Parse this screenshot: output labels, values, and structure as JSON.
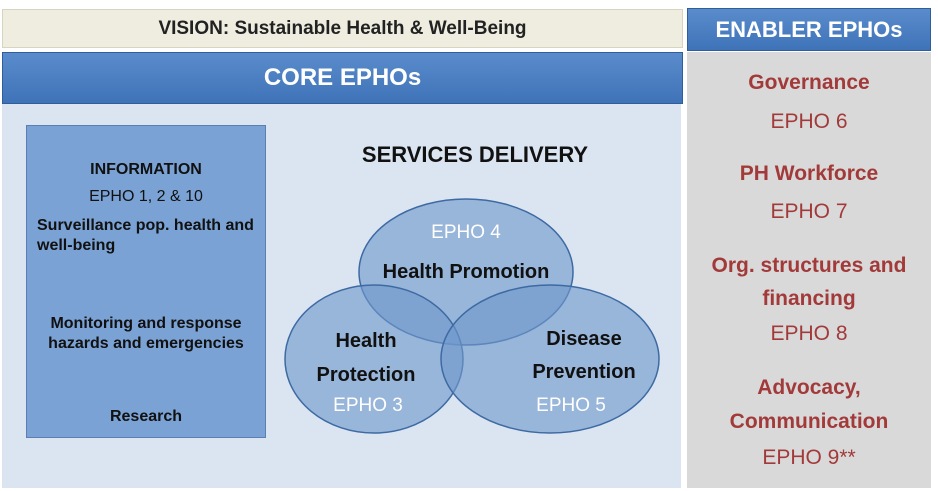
{
  "vision": "VISION:  Sustainable Health & Well-Being",
  "core_title": "CORE EPHOs",
  "enabler_title": "ENABLER EPHOs",
  "information": {
    "title": "INFORMATION",
    "sub": "EPHO 1, 2 & 10",
    "items": [
      "Surveillance pop. health and well-being",
      "Monitoring and response hazards and emergencies",
      "Research"
    ]
  },
  "services": {
    "title": "SERVICES DELIVERY",
    "circles": [
      {
        "epho": "EPHO 4",
        "label": "Health Promotion"
      },
      {
        "epho": "EPHO 3",
        "label_1": "Health",
        "label_2": "Protection"
      },
      {
        "epho": "EPHO 5",
        "label_1": "Disease",
        "label_2": "Prevention"
      }
    ]
  },
  "enablers": [
    {
      "name": "Governance",
      "epho": "EPHO 6"
    },
    {
      "name": "PH Workforce",
      "epho": "EPHO 7"
    },
    {
      "name_1": "Org. structures and",
      "name_2": "financing",
      "epho": "EPHO 8"
    },
    {
      "name_1": "Advocacy,",
      "name_2": "Communication",
      "epho": "EPHO 9**"
    }
  ],
  "colors": {
    "core_blue": "#4a7fc1",
    "circle_fill": "#6f98cb",
    "enabler_red": "#a33a3a",
    "enabler_panel": "#d9d9d9"
  }
}
